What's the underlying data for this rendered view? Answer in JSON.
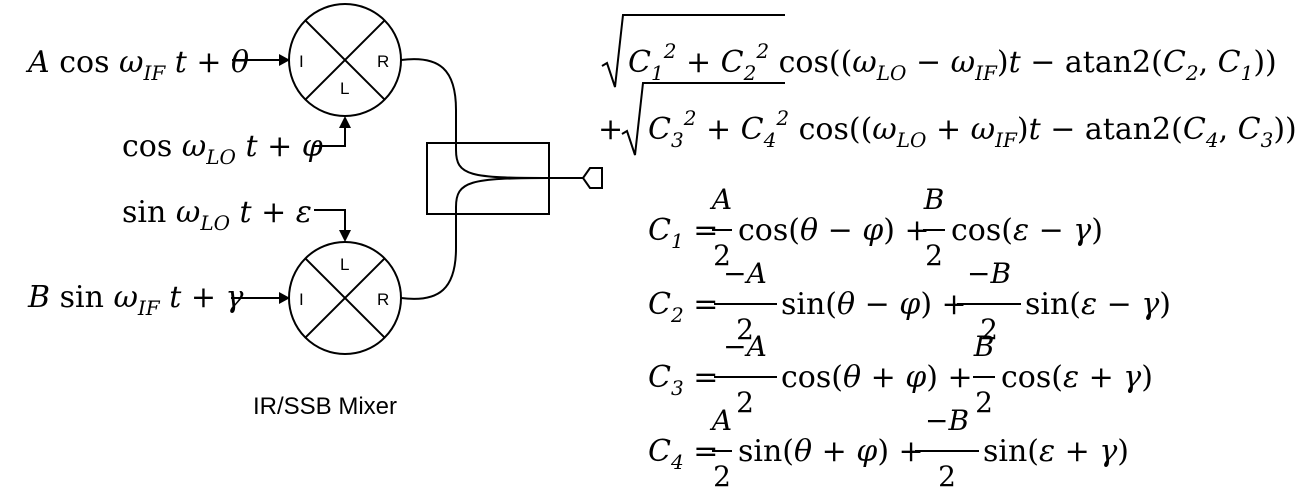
{
  "diagram": {
    "inputs": {
      "top_if": "A cos ωIFt + θ",
      "lo_cos": "cos ωLOt + φ",
      "lo_sin": "sin ωLOt + ε",
      "bottom_if": "B sin ωIFt + γ"
    },
    "mixer_ports": {
      "i": "I",
      "l": "L",
      "r": "R"
    },
    "caption": "IR/SSB Mixer"
  },
  "equations": {
    "output_line1": "√(C1² + C2²) cos((ωLO − ωIF)t − atan2(C2, C1))",
    "output_line2": "+ √(C3² + C4²) cos((ωLO + ωIF)t − atan2(C4, C3))",
    "c1": "C1 = (A/2) cos(θ − φ) + (B/2) cos(ε − γ)",
    "c2": "C2 = (−A/2) sin(θ − φ) + (−B/2) sin(ε − γ)",
    "c3": "C3 = (−A/2) cos(θ + φ) + (B/2) cos(ε + γ)",
    "c4": "C4 = (A/2) sin(θ + φ) + (−B/2) sin(ε + γ)"
  }
}
